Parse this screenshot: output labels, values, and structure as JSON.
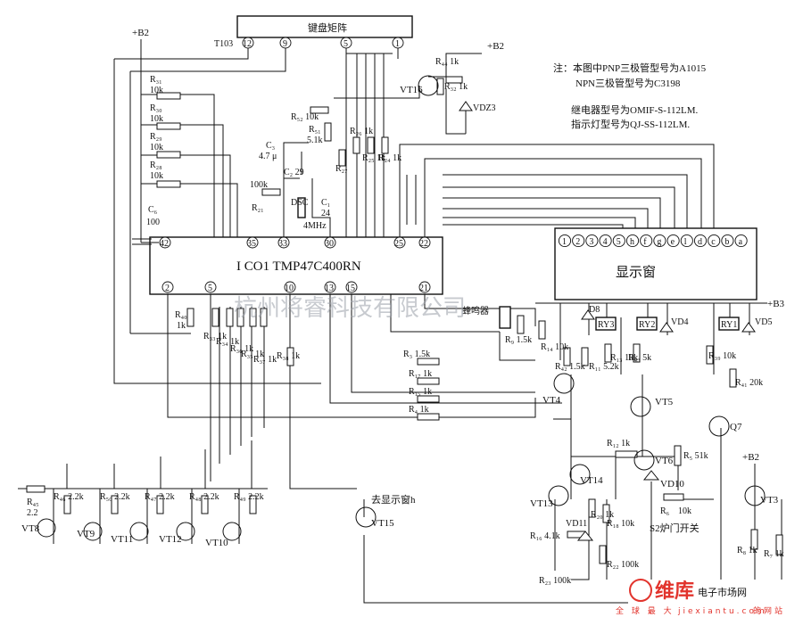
{
  "blocks": {
    "keypad_title": "键盘矩阵",
    "keypad_ref": "T103",
    "keypad_pins": [
      "12",
      "9",
      "5",
      "1"
    ],
    "ic_title": "I CO1 TMP47C400RN",
    "ic_top_pins": [
      "42",
      "35",
      "33",
      "30",
      "25",
      "22"
    ],
    "ic_bottom_pins": [
      "2",
      "5",
      "10",
      "13",
      "15",
      "21"
    ],
    "display_title": "显示窗",
    "display_pins": [
      "1",
      "2",
      "3",
      "4",
      "5",
      "h",
      "f",
      "g",
      "e",
      "l",
      "d",
      "c",
      "b",
      "a"
    ]
  },
  "notes": {
    "line1": "注：本图中PNP三极管型号为A1015",
    "line2": "NPN三极管型号为C3198",
    "line3": "继电器型号为OMIF-S-112LM.",
    "line4": "指示灯型号为QJ-SS-112LM."
  },
  "labels": {
    "b2_top": "+B2",
    "b2_right": "+B2",
    "b2_bottom": "+B2",
    "b3": "+B3",
    "vt16": "VT16",
    "r44": "R₄₄ 1k",
    "r32": "R₃₂ 1k",
    "vdz3": "VDZ3",
    "r31": "R₃₁",
    "r31v": "10k",
    "r30": "R₃₀",
    "r30v": "10k",
    "r29": "R₂₉",
    "r29v": "10k",
    "r28": "R₂₈",
    "r28v": "10k",
    "c6": "C₆",
    "c6v": "100",
    "r52": "R₅₂ 10k",
    "r51": "R₅₁",
    "r51v": "5.1k",
    "c3": "C₃",
    "c3v": "4.7 μ",
    "c2": "C₂ 29",
    "c1": "C₁",
    "c1v": "24",
    "r27": "R₂₇",
    "r26": "R₂₆ 1k",
    "r25": "R₂₅ 1k",
    "r24": "R₂₄ 1k",
    "r21v": "100k",
    "r21": "R₂₁",
    "dsc": "DSC",
    "mhz": "4MHz",
    "r40": "R₄₀",
    "r40v": "1k",
    "r33": "R₃₃ 1k",
    "r34": "R₃₄ 1k",
    "r36": "R₃₆ 1k",
    "r35": "R₃₅ 1k",
    "r37": "R₃₇ 1k",
    "r38": "R₃₈ 1k",
    "buzzer": "蜂鸣器",
    "r9": "R₉ 1.5k",
    "r14": "R₁₄ 10k",
    "r3": "R₃ 1.5k",
    "r17": "R₁₇ 1k",
    "r15": "R₁₅ 1k",
    "r4": "R₄ 1k",
    "d8": "D8",
    "ry3": "RY3",
    "ry2": "RY2",
    "ry1": "RY1",
    "vd4": "VD4",
    "vd5": "VD5",
    "r42": "R₄₂ 1.5k",
    "r11": "R₁₁ 5.2k",
    "r13": "R₁₃ 10k",
    "r43": "R₄₃ 5k",
    "r39": "R₃₉ 10k",
    "r41": "R₄₁ 20k",
    "vt4": "VT4",
    "vt5": "VT5",
    "q7": "Q7",
    "r12": "R₁₂ 1k",
    "vt14": "VT14",
    "vt6": "VT6",
    "r5": "R₅ 51k",
    "vd10": "VD10",
    "r6": "R₆",
    "r6v": "10k",
    "vt13": "VT13",
    "r20": "R₂₀ 1k",
    "r18": "R₁₈ 10k",
    "r16": "R₁₆ 4.1k",
    "vd11": "VD11",
    "r22": "R₂₂ 100k",
    "r23": "R₂₃ 100k",
    "s2": "S2炉门开关",
    "vt3": "VT3",
    "r8": "R₈ 1k",
    "r7": "R₇ 1k",
    "vt15": "VT15",
    "to_display": "去显示窗h",
    "r45": "R₄₅",
    "r45v": "2.2",
    "r46": "R₄₆ 2.2k",
    "r50": "R₅₀ 2.2k",
    "r47": "R₄₇ 2.2k",
    "r48": "R₄₈ 2.2k",
    "r49": "R₄₉ 2.2k",
    "vt8": "VT8",
    "vt9": "VT9",
    "vt11": "VT11",
    "vt12": "VT12",
    "vt10": "VT10"
  },
  "watermark": {
    "company": "杭州将睿科技有限公司",
    "brand": "维库",
    "brand_tail": "电子市场网",
    "brand_sub": "全 球 最 大",
    "brand_url": "jiexiantu.com",
    "brand_tail2": "的网站"
  }
}
